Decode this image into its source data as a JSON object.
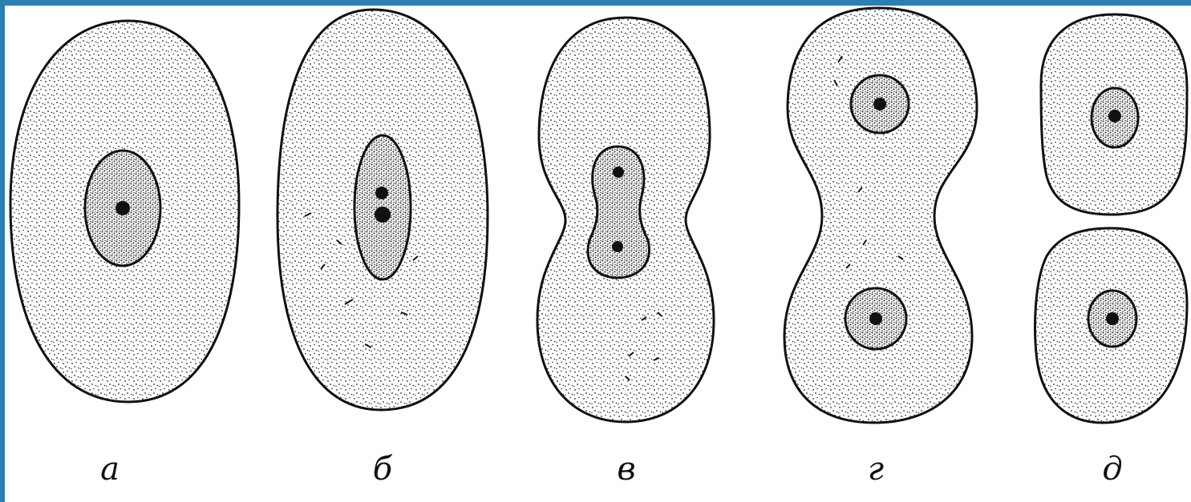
{
  "colors": {
    "frame_accent": "#2a7fb4",
    "outline": "#111111",
    "stipple": "#222222",
    "background": "#ffffff"
  },
  "stages": [
    {
      "id": "a",
      "label": "а"
    },
    {
      "id": "b",
      "label": "б"
    },
    {
      "id": "v",
      "label": "в"
    },
    {
      "id": "g",
      "label": "г"
    },
    {
      "id": "d",
      "label": "д"
    }
  ]
}
